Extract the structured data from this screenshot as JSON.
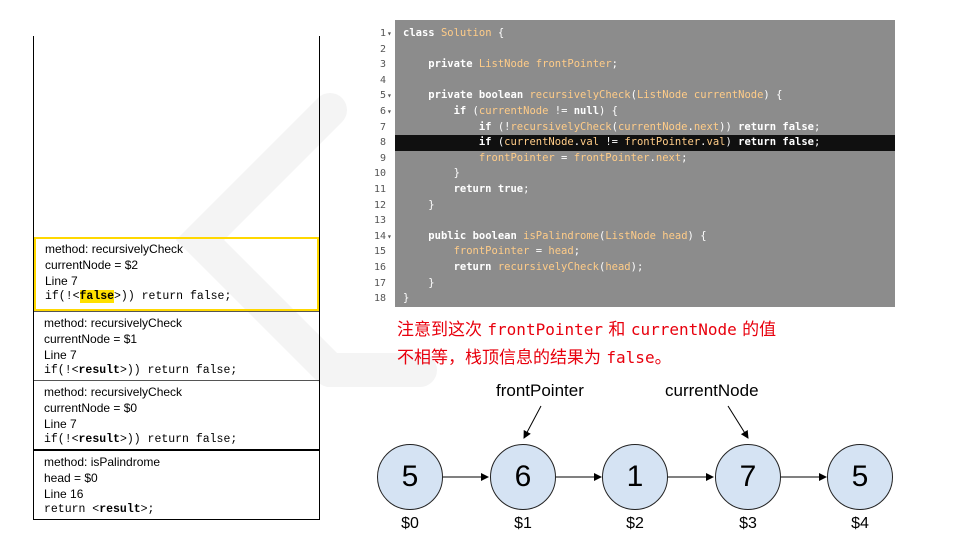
{
  "stack": {
    "frames": [
      {
        "method": "method: recursivelyCheck",
        "var": "currentNode  = $2",
        "line": "Line 7",
        "code_pre": "if(!<",
        "code_val": "false",
        "code_post": ">)) return false;"
      },
      {
        "method": "method: recursivelyCheck",
        "var": "currentNode  = $1",
        "line": "Line 7",
        "code_pre": "if(!<",
        "code_val": "result",
        "code_post": ">)) return false;"
      },
      {
        "method": "method: recursivelyCheck",
        "var": "currentNode  = $0",
        "line": "Line 7",
        "code_pre": "if(!<",
        "code_val": "result",
        "code_post": ">)) return false;"
      },
      {
        "method": "method: isPalindrome",
        "var": "head = $0",
        "line": "Line 16",
        "code_pre": "return <",
        "code_val": "result",
        "code_post": ">;"
      }
    ]
  },
  "code": {
    "line_numbers": [
      "1",
      "2",
      "3",
      "4",
      "5",
      "6",
      "7",
      "8",
      "9",
      "10",
      "11",
      "12",
      "13",
      "14",
      "15",
      "16",
      "17",
      "18"
    ],
    "highlight_line": 8
  },
  "note": {
    "part1": "注意到这次 ",
    "var1": "frontPointer",
    "part2": " 和 ",
    "var2": "currentNode",
    "part3": " 的值",
    "part4": "不相等，栈顶信息的结果为 ",
    "val": "false",
    "part5": "。"
  },
  "list": {
    "pointer_front": "frontPointer",
    "pointer_current": "currentNode",
    "nodes": [
      {
        "value": "5",
        "addr": "$0"
      },
      {
        "value": "6",
        "addr": "$1"
      },
      {
        "value": "1",
        "addr": "$2"
      },
      {
        "value": "7",
        "addr": "$3"
      },
      {
        "value": "5",
        "addr": "$4"
      }
    ]
  },
  "colors": {
    "highlight": "#ffe000",
    "note": "#e8000d",
    "node_fill": "#d5e3f3",
    "code_bg": "#8c8c8c"
  }
}
